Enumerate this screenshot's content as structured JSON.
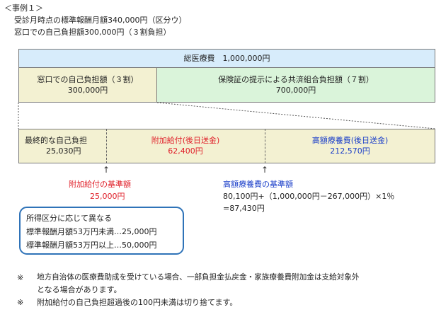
{
  "header": {
    "case_label": "＜事例１＞",
    "line1": "受診月時点の標準報酬月額340,000円（区分ウ）",
    "line2": "窓口での自己負担額300,000円（３割負担）"
  },
  "total_box": {
    "label": "総医療費　1,000,000円"
  },
  "split": {
    "window": {
      "label": "窓口での自己負担額（３割）",
      "amount": "300,000円"
    },
    "insurance": {
      "label": "保険証の提示による共済組合負担額（７割）",
      "amount": "700,000円"
    }
  },
  "breakdown": {
    "final": {
      "label": "最終的な自己負担",
      "amount": "25,030円"
    },
    "addon": {
      "label": "附加給付(後日送金)",
      "amount": "62,400円"
    },
    "kogaku": {
      "label": "高額療養費(後日送金)",
      "amount": "212,570円"
    }
  },
  "addon_basis": {
    "title": "附加給付の基準額",
    "amount": "25,000円"
  },
  "kogaku_basis": {
    "title": "高額療養費の基準額",
    "formula": "80,100円+（1,000,000円－267,000円）×1％",
    "result": "=87,430円"
  },
  "income_box": {
    "line1": "所得区分に応じて異なる",
    "line2": "標準報酬月額53万円未満…25,000円",
    "line3": "標準報酬月額53万円以上…50,000円"
  },
  "notes": {
    "note1_mark": "※",
    "note1_a": "地方自治体の医療費助成を受けている場合、一部負担金払戻金・家族療養費附加金は支給対象外",
    "note1_b": "となる場合があります。",
    "note2_mark": "※",
    "note2": "附加給付の自己負担超過後の100円未満は切り捨てます。"
  },
  "colors": {
    "total_bg": "#d7ecfb",
    "window_bg": "#f3f1d2",
    "insurance_bg": "#daf4da",
    "breakdown_bg": "#f3f1d2",
    "red": "#e0202a",
    "blue": "#1a3ec9",
    "income_border": "#2f73b8"
  }
}
